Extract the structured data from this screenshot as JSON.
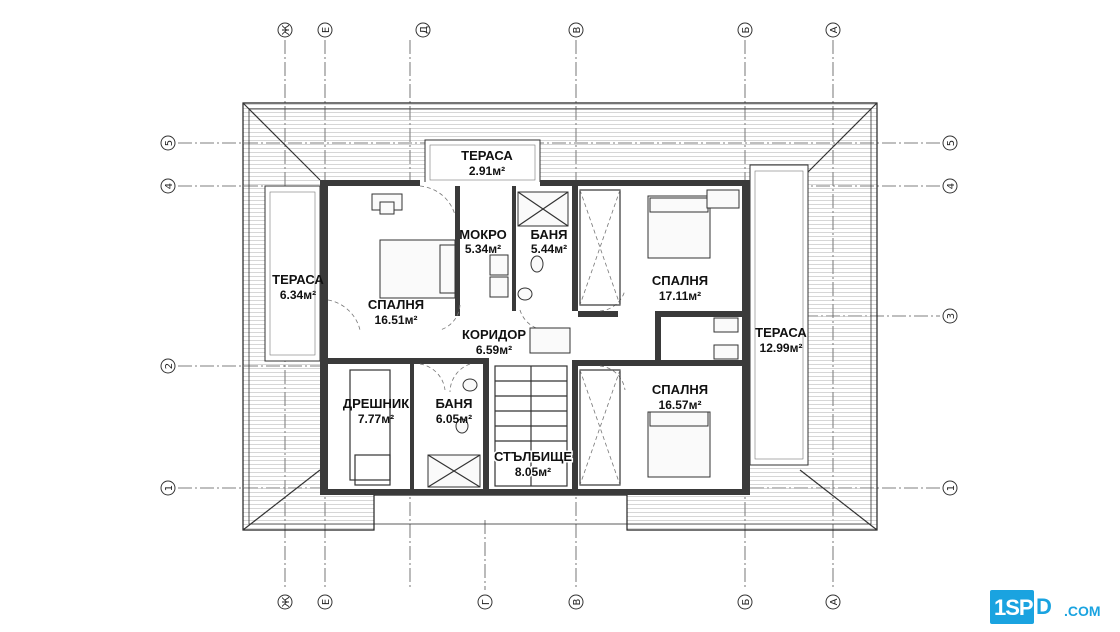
{
  "grid": {
    "vertical": [
      "Ж",
      "Е",
      "Д",
      "В",
      "Б",
      "А",
      "Г"
    ],
    "horizontal": [
      "5",
      "4",
      "3",
      "2",
      "1"
    ]
  },
  "rooms": {
    "terrace_top": {
      "name": "ТЕРАСА",
      "area": "2.91м²"
    },
    "terrace_left": {
      "name": "ТЕРАСА",
      "area": "6.34м²"
    },
    "terrace_right": {
      "name": "ТЕРАСА",
      "area": "12.99м²"
    },
    "mokro": {
      "name": "МОКРО",
      "area": "5.34м²"
    },
    "bath_top": {
      "name": "БАНЯ",
      "area": "5.44м²"
    },
    "bedroom_left": {
      "name": "СПАЛНЯ",
      "area": "16.51м²"
    },
    "bedroom_top_right": {
      "name": "СПАЛНЯ",
      "area": "17.11м²"
    },
    "corridor": {
      "name": "КОРИДОР",
      "area": "6.59м²"
    },
    "closet": {
      "name": "ДРЕШНИК",
      "area": "7.77м²"
    },
    "bath_bottom": {
      "name": "БАНЯ",
      "area": "6.05м²"
    },
    "bedroom_bottom_right": {
      "name": "СПАЛНЯ",
      "area": "16.57м²"
    },
    "stairs": {
      "name": "СТЪЛБИЩЕ",
      "area": "8.05м²"
    }
  },
  "logo": {
    "box": "1SP",
    "rest": "D",
    "tld": ".COM"
  }
}
